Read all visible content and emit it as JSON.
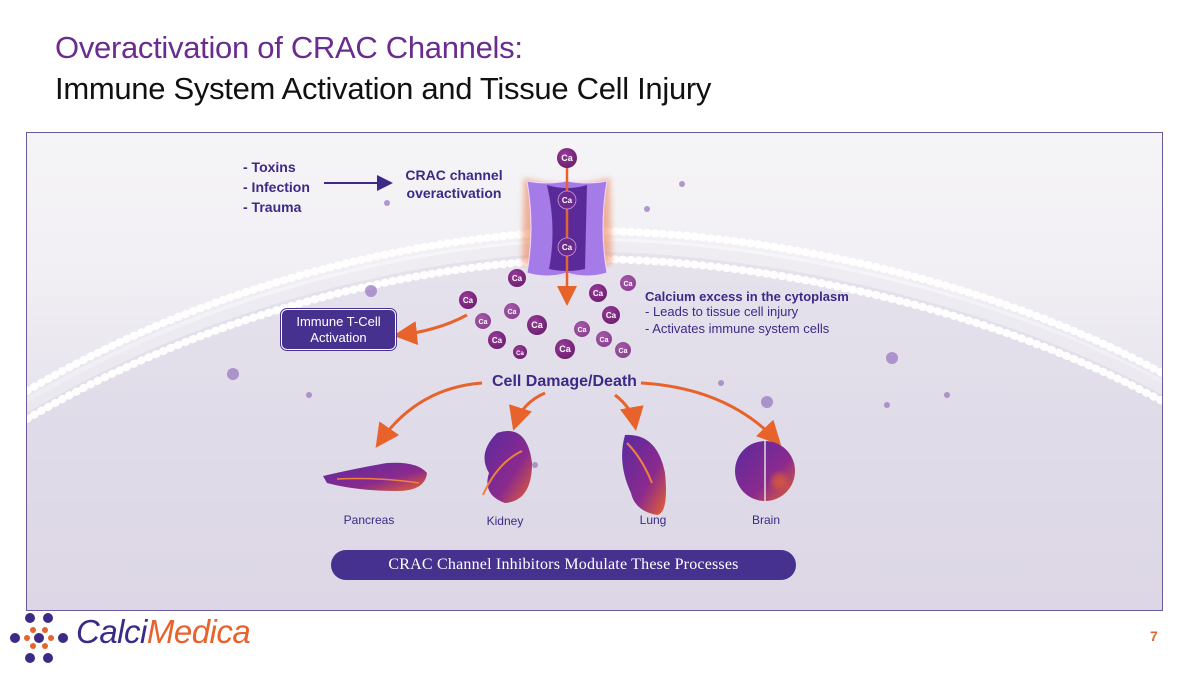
{
  "slide": {
    "title_line1": "Overactivation of CRAC Channels:",
    "title_line2": "Immune System Activation and Tissue Cell Injury",
    "page_number": "7"
  },
  "diagram": {
    "causes": [
      "- Toxins",
      "- Infection",
      "- Trauma"
    ],
    "crac_label_line1": "CRAC channel",
    "crac_label_line2": "overactivation",
    "ion_label": "Ca",
    "calcium_excess": {
      "title": "Calcium excess in the cytoplasm",
      "bullets": [
        "- Leads to tissue cell injury",
        "- Activates immune system cells"
      ]
    },
    "tcell_box_line1": "Immune T-Cell",
    "tcell_box_line2": "Activation",
    "cell_damage_label": "Cell Damage/Death",
    "organs": [
      "Pancreas",
      "Kidney",
      "Lung",
      "Brain"
    ],
    "cta_banner": "CRAC Channel Inhibitors Modulate These Processes"
  },
  "colors": {
    "brand_purple": "#46318e",
    "title_purple": "#6a2c8e",
    "accent_orange": "#e8632b",
    "ion_purple": "#7b2a7e"
  },
  "brand": {
    "name_part1": "Calci",
    "name_part2": "Medica"
  }
}
